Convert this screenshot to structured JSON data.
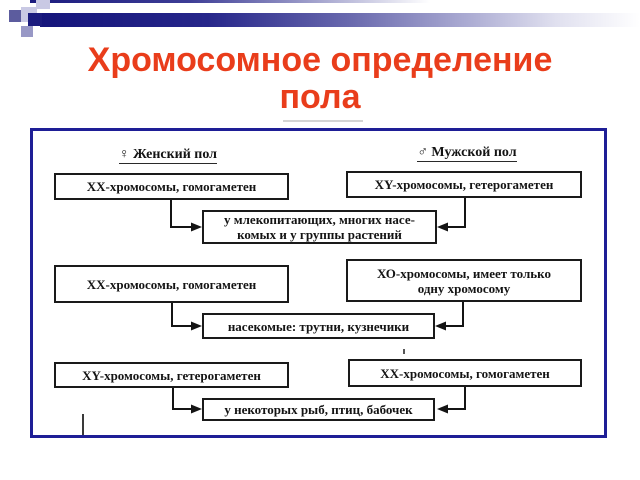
{
  "slide": {
    "title": {
      "line1": "Хромосомное определение",
      "line2": "пола"
    }
  },
  "diagram": {
    "headers": {
      "female": {
        "symbol": "♀",
        "label": "Женский пол"
      },
      "male": {
        "symbol": "♂",
        "label": "Мужской пол"
      }
    },
    "rows": [
      {
        "female": "ХХ-хромосомы, гомогаметен",
        "male": "ХY-хромосомы, гетерогаметен",
        "group": "у млекопитающих, многих насе-\nкомых и у группы растений"
      },
      {
        "female": "ХХ-хромосомы, гомогаметен",
        "male": "ХО-хромосомы, имеет только\nодну хромосому",
        "group": "насекомые: трутни, кузнечики"
      },
      {
        "female": "ХY-хромосомы, гетерогаметен",
        "male": "ХХ-хромосомы, гомогаметен",
        "group": "у некоторых рыб, птиц, бабочек"
      }
    ]
  },
  "colors": {
    "title_text": "#E93D1B",
    "accent_navy": "#1B1B7E",
    "panel_border": "#1E1E96",
    "line_art": "#141414",
    "square_light": "#C9C9E4",
    "square_slate": "#5C5C9E",
    "square_medium": "#9898C6"
  }
}
